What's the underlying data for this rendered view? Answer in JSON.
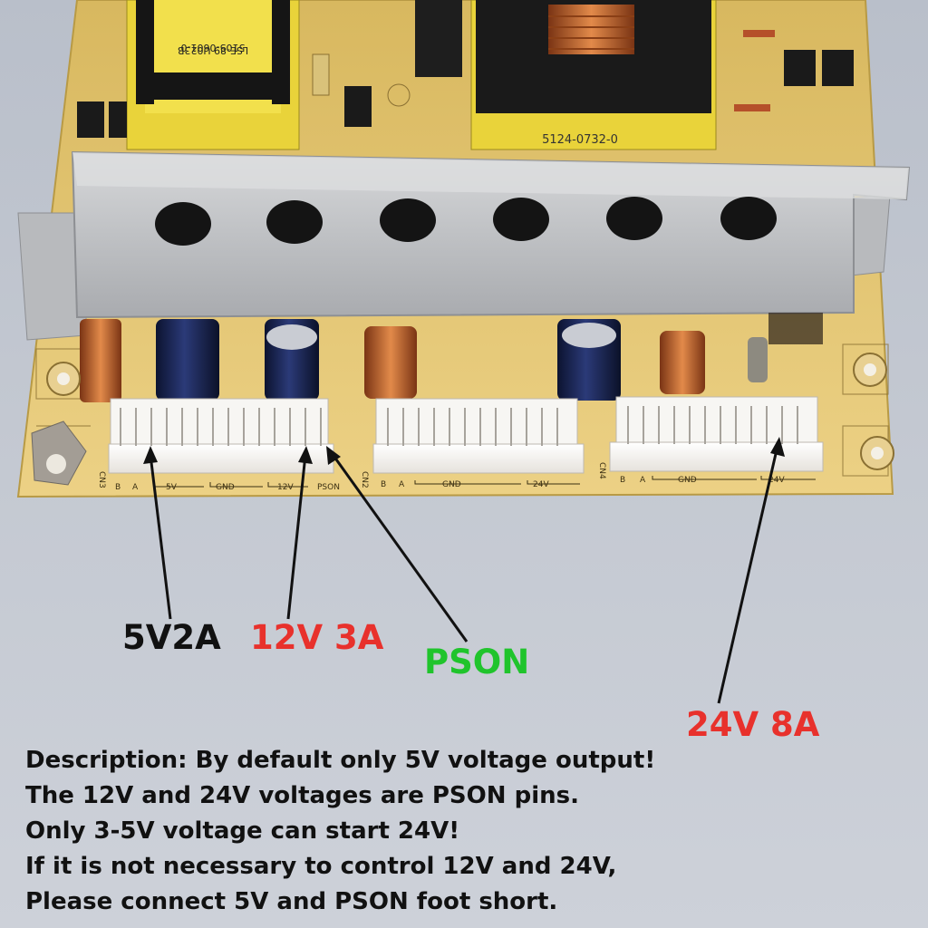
{
  "board": {
    "transformer_code": "5124-0732-0",
    "flyback_lines": [
      "LSE-89 U023B",
      "5105-0601-0"
    ],
    "connector_ids": [
      "CN3",
      "CN2",
      "CN4"
    ],
    "cn3_pins": [
      "B",
      "A",
      "5V",
      "GND",
      "12V",
      "PSON"
    ],
    "cn2_pins": [
      "B",
      "A",
      "GND",
      "24V"
    ],
    "cn4_pins": [
      "B",
      "A",
      "GND",
      "24V"
    ]
  },
  "callouts": {
    "out_5v": "5V2A",
    "out_12v": "12V 3A",
    "pson": "PSON",
    "out_24v": "24V 8A"
  },
  "description": {
    "lines": [
      "Description: By default only 5V voltage output!",
      "The 12V and 24V voltages are PSON pins.",
      "Only 3-5V voltage can start 24V!",
      "If it is not necessary to control 12V and 24V,",
      "Please connect 5V and PSON foot short."
    ]
  },
  "colors": {
    "pcb": "#e7c86e",
    "heatsink": "#c4c6c8",
    "label_black": "#111111",
    "label_red": "#e8312c",
    "label_green": "#20c42c"
  }
}
